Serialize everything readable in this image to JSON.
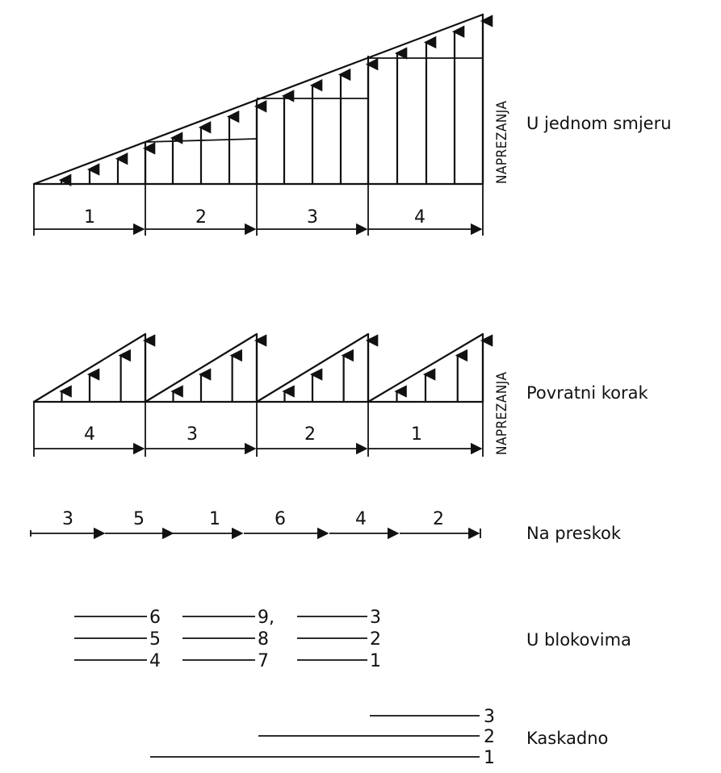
{
  "diagrams": {
    "jednom": {
      "label": "U jednom smjeru",
      "axis_label": "NAPREZANJA",
      "segments": [
        "1",
        "2",
        "3",
        "4"
      ]
    },
    "povratni": {
      "label": "Povratni korak",
      "axis_label": "NAPREZANJA",
      "segments": [
        "4",
        "3",
        "2",
        "1"
      ]
    },
    "preskok": {
      "label": "Na preskok",
      "segments": [
        "3",
        "5",
        "1",
        "6",
        "4",
        "2"
      ]
    },
    "blokovi": {
      "label": "U blokovima",
      "columns": [
        [
          "6",
          "5",
          "4"
        ],
        [
          "9,",
          "8",
          "7"
        ],
        [
          "3",
          "2",
          "1"
        ]
      ]
    },
    "kaskadno": {
      "label": "Kaskadno",
      "lines": [
        "3",
        "2",
        "1"
      ]
    }
  }
}
